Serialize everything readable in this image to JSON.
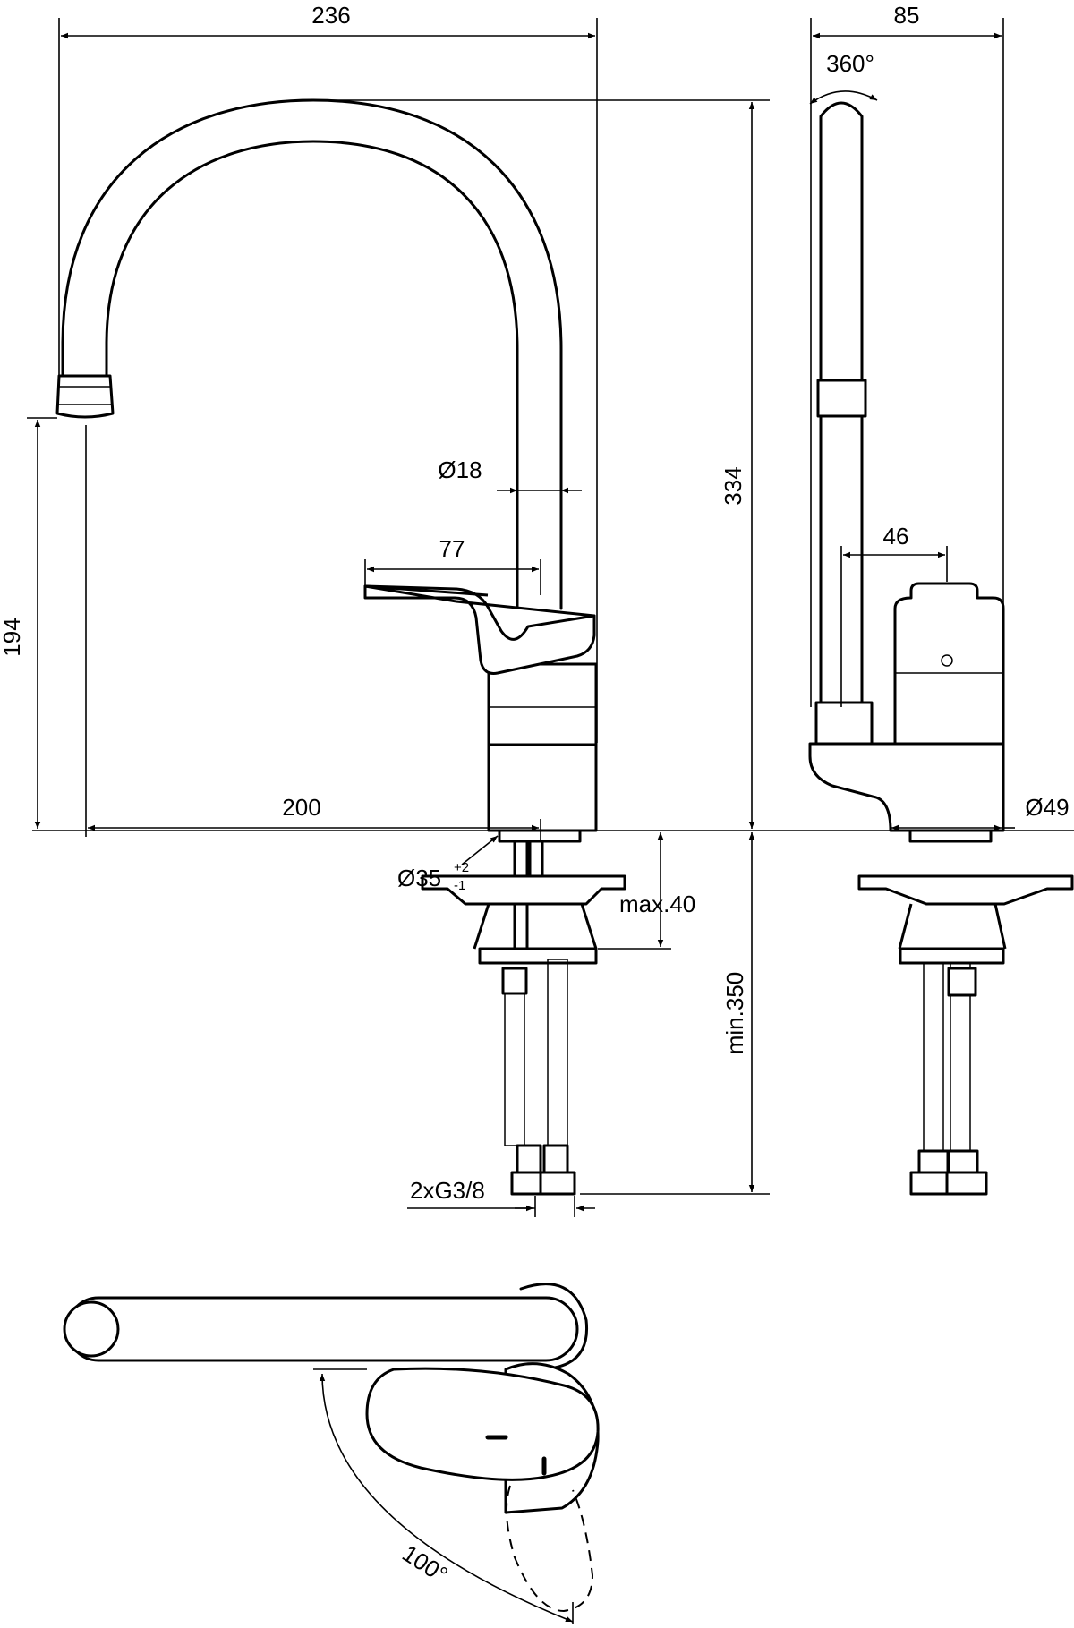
{
  "drawing": {
    "overall_width": "236",
    "side_depth": "85",
    "rotation": "360°",
    "overall_height": "334",
    "spout_height": "194",
    "pipe_diameter": "Ø18",
    "lever_reach": "77",
    "spout_reach": "200",
    "lever_offset": "46",
    "base_diameter": "Ø49",
    "hole_diameter": "Ø35",
    "tol_plus": "+2",
    "tol_minus": "-1",
    "deck_thickness": "max.40",
    "hose_length": "min.350",
    "connections": "2xG3/8",
    "lever_swing": "100°"
  }
}
